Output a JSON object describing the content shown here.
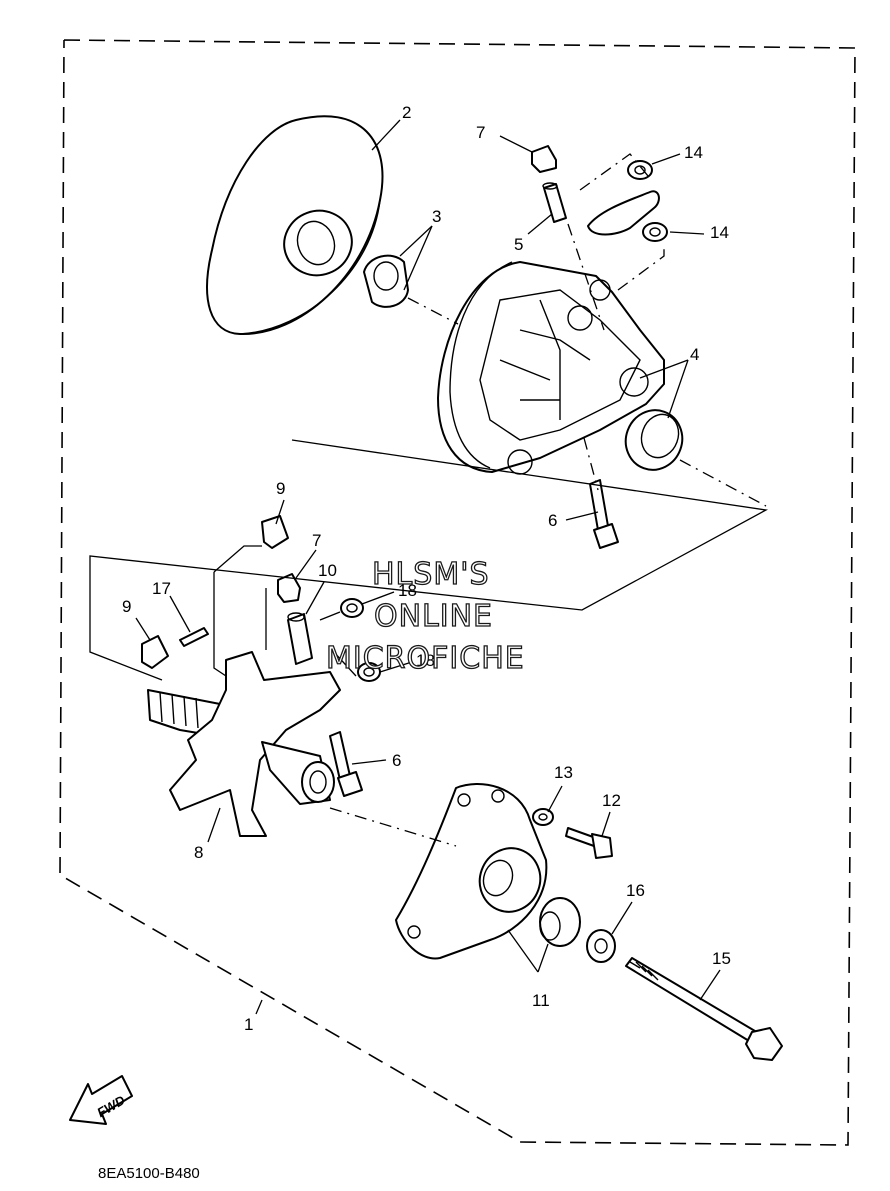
{
  "diagram": {
    "callouts": [
      "1",
      "2",
      "3",
      "4",
      "5",
      "6",
      "6",
      "7",
      "7",
      "8",
      "9",
      "9",
      "10",
      "11",
      "12",
      "13",
      "14",
      "14",
      "15",
      "16",
      "17",
      "18",
      "18"
    ],
    "drawing_code": "8EA5100-B480",
    "fwd_label": "FWD",
    "watermark": [
      "HLSM'S",
      "ONLINE",
      "MICROFICHE"
    ]
  }
}
